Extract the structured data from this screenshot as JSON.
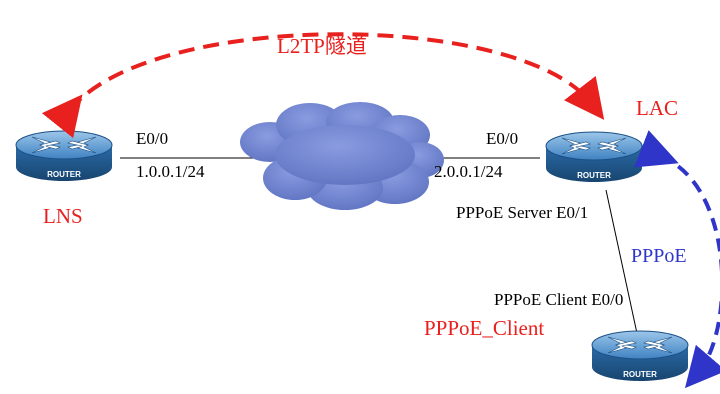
{
  "diagram": {
    "tunnel_label": "L2TP隧道",
    "router_caption": "ROUTER",
    "nodes": {
      "lns": {
        "name": "LNS",
        "interface": "E0/0",
        "ip": "1.0.0.1/24"
      },
      "lac": {
        "name": "LAC",
        "interface": "E0/0",
        "ip": "2.0.0.1/24",
        "server_label": "PPPoE Server E0/1"
      },
      "client": {
        "name": "PPPoE_Client",
        "client_label": "PPPoE Client E0/0"
      }
    },
    "pppoe_label": "PPPoE",
    "colors": {
      "tunnel": "#e8201e",
      "pppoe": "#2e35c8",
      "cloud": "#7286cf",
      "router_body": "#2c6fb0",
      "router_top": "#5a9ad4"
    }
  }
}
